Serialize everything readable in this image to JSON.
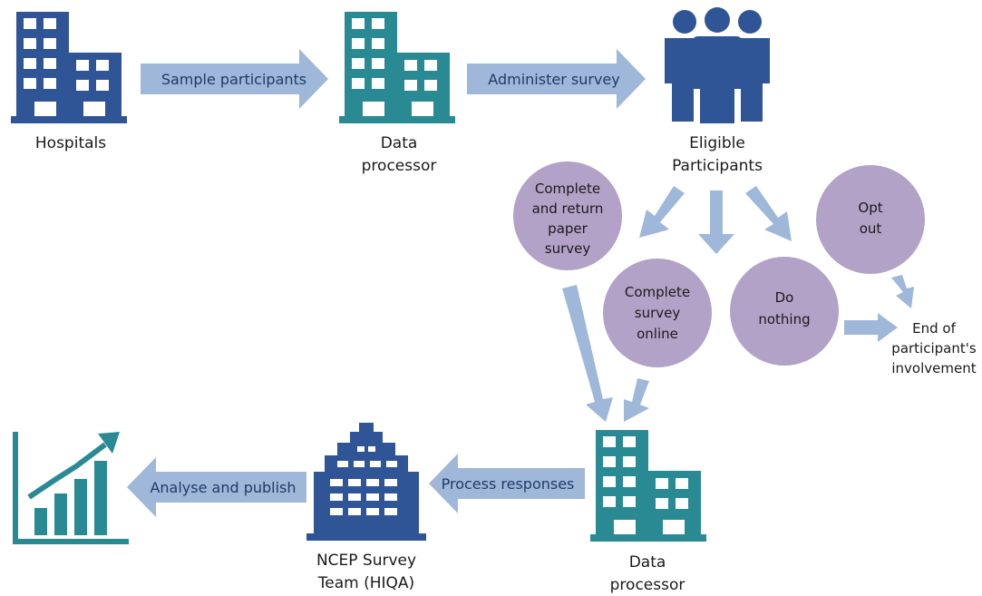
{
  "nodes": {
    "hospitals": "Hospitals",
    "data_processor_top": [
      "Data",
      "processor"
    ],
    "eligible": [
      "Eligible",
      "Participants"
    ],
    "data_processor_bottom": [
      "Data",
      "processor"
    ],
    "ncep": [
      "NCEP Survey",
      "Team (HIQA)"
    ],
    "end": [
      "End of",
      "participant's",
      "involvement"
    ]
  },
  "arrows": {
    "sample": "Sample participants",
    "administer": "Administer survey",
    "process": "Process responses",
    "analyse": "Analyse and publish"
  },
  "options": {
    "paper": [
      "Complete",
      "and return",
      "paper",
      "survey"
    ],
    "online": [
      "Complete",
      "survey",
      "online"
    ],
    "nothing": [
      "Do",
      "nothing"
    ],
    "optout": [
      "Opt",
      "out"
    ]
  },
  "colors": {
    "navy": "#2f5597",
    "teal": "#2a8a94",
    "arrow": "#9fb7d9",
    "circle": "#b3a2c8"
  },
  "icons": [
    "hospital-building-icon",
    "data-processor-building-icon",
    "participants-people-icon",
    "ncep-office-building-icon",
    "growth-chart-icon"
  ]
}
